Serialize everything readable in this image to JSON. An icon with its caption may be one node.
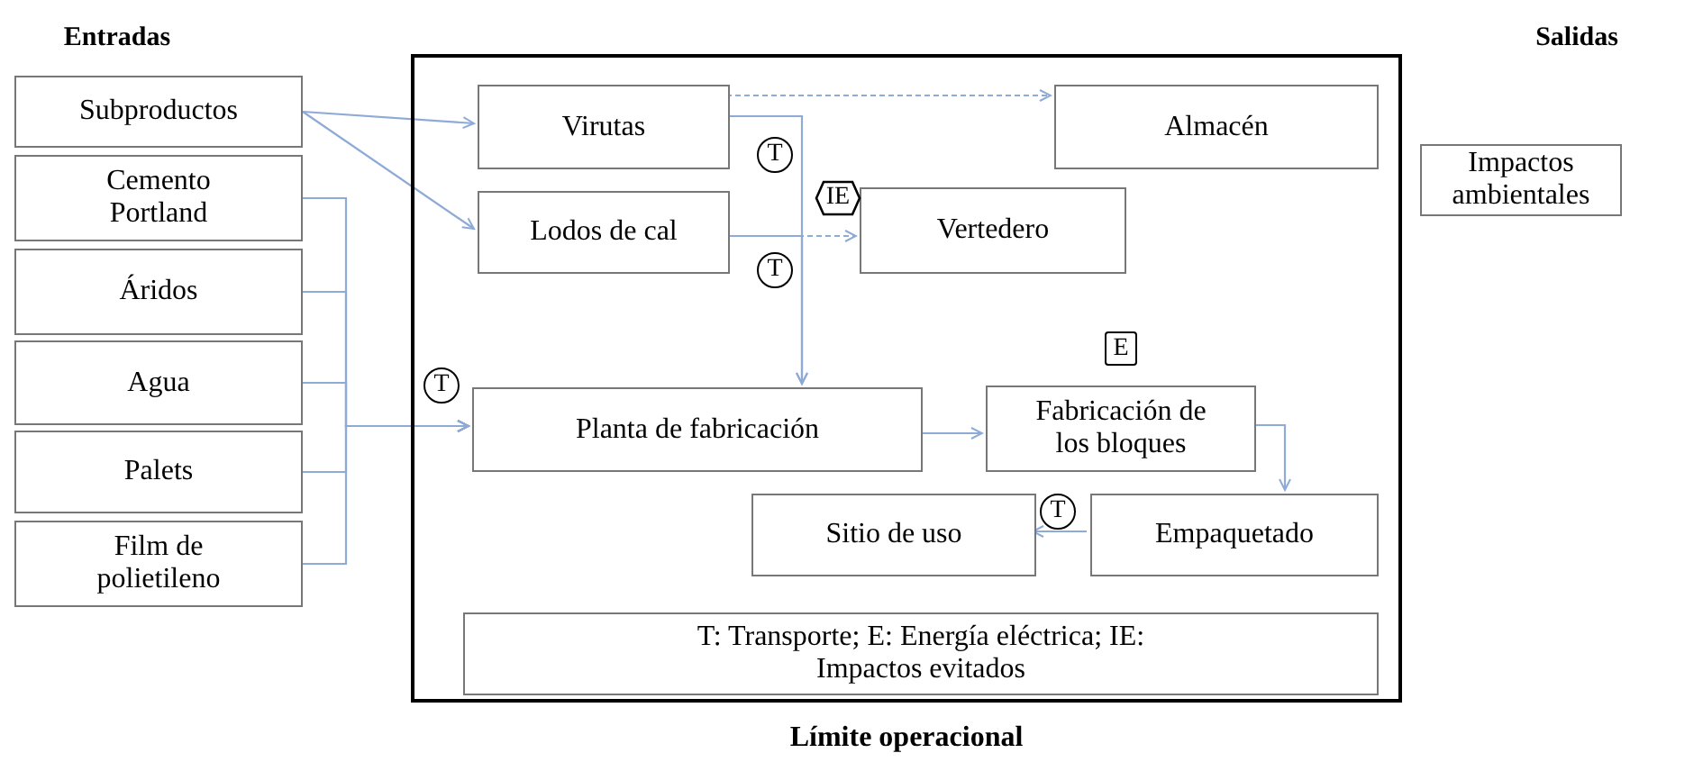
{
  "diagram": {
    "nodes": [
      {
        "text": [
          "Límite operacional"
        ]
      },
      {
        "text": [
          "Subproductos"
        ]
      },
      {
        "text": [
          "Cemento Portland"
        ]
      },
      {
        "text": [
          "Áridos"
        ]
      },
      {
        "text": [
          "Agua"
        ]
      },
      {
        "text": [
          "Palets"
        ]
      },
      {
        "text": [
          "Film de polietileno"
        ]
      },
      {
        "text": [
          "Virutas"
        ],
        "in": 0
      },
      {
        "text": [
          "Almacén"
        ],
        "in": 0
      },
      {
        "text": [
          "Lodos de cal"
        ],
        "in": 0
      },
      {
        "text": [
          "Vertedero"
        ],
        "in": 0
      },
      {
        "text": [
          "Planta de fabricación"
        ],
        "in": 0
      },
      {
        "text": [
          "Fabricación de los bloques"
        ],
        "in": 0
      },
      {
        "text": [
          "Sitio de uso"
        ],
        "in": 0
      },
      {
        "text": [
          "Empaquetado"
        ],
        "in": 0
      },
      {
        "text": [
          "T: Transporte; E: Energía eléctrica; IE: Impactos evitados"
        ],
        "in": 0
      },
      {
        "text": [
          "T"
        ],
        "in": 0
      },
      {
        "text": [
          "IE"
        ],
        "in": 0
      },
      {
        "text": [
          "T"
        ],
        "in": 0
      },
      {
        "text": [
          "T"
        ],
        "in": 0
      },
      {
        "text": [
          "E"
        ],
        "in": 0
      },
      {
        "text": [
          "T"
        ],
        "in": 0
      },
      {
        "text": [
          "Impactos ambientales"
        ]
      }
    ],
    "edges": [
      {
        "from": 1,
        "to": 7,
        "arrow": "to"
      },
      {
        "from": 1,
        "to": 9,
        "arrow": "to"
      },
      {
        "from": 2,
        "to": 11,
        "arrow": "to"
      },
      {
        "from": 3,
        "to": 11,
        "arrow": "to"
      },
      {
        "from": 4,
        "to": 11,
        "arrow": "to"
      },
      {
        "from": 5,
        "to": 11,
        "arrow": "to"
      },
      {
        "from": 6,
        "to": 11,
        "arrow": "to"
      },
      {
        "from": 7,
        "to": 8,
        "arrow": "to",
        "style": "dashed"
      },
      {
        "from": 9,
        "to": 10,
        "arrow": "to",
        "style": "dashed"
      },
      {
        "from": 7,
        "to": 11,
        "arrow": "to"
      },
      {
        "from": 9,
        "to": 11,
        "arrow": "to"
      },
      {
        "from": 11,
        "to": 12,
        "arrow": "to"
      },
      {
        "from": 12,
        "to": 14,
        "arrow": "to"
      },
      {
        "from": 14,
        "to": 13,
        "arrow": "to"
      }
    ],
    "labels": [
      "Entradas",
      "Salidas"
    ]
  }
}
